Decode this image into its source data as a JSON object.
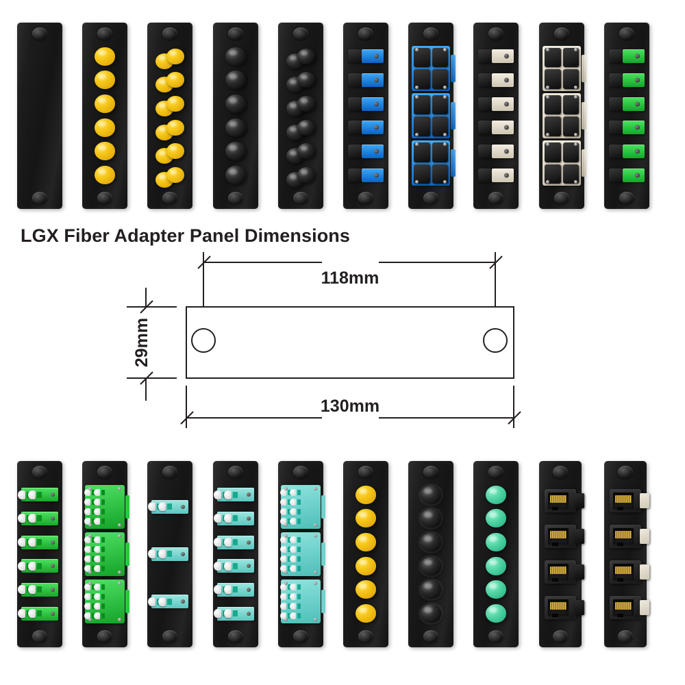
{
  "heading": {
    "text": "LGX Fiber Adapter Panel Dimensions"
  },
  "dimensions": {
    "hole_spacing": "118mm",
    "overall_width": "130mm",
    "height": "29mm",
    "units": "mm",
    "line_color": "#231f20",
    "panel_fill": "#ffffff"
  },
  "rows": [
    {
      "name": "top-row",
      "panels": [
        {
          "id": "panel-blank",
          "label": "Blank LGX panel",
          "type": "blank",
          "port_count": 0,
          "color": "#1a1a1a",
          "color_name": "black"
        },
        {
          "id": "panel-st-yellow-6",
          "label": "6 port ST simplex yellow caps",
          "type": "cap",
          "port_count": 6,
          "color": "#f5c518",
          "color_name": "yellow"
        },
        {
          "id": "panel-st-yellow-12",
          "label": "12 port ST yellow caps staggered",
          "type": "cap12",
          "port_count": 12,
          "color": "#f5c518",
          "color_name": "yellow"
        },
        {
          "id": "panel-st-black-6",
          "label": "6 port ST simplex black caps",
          "type": "cap",
          "port_count": 6,
          "color": "#1f1f1f",
          "color_name": "black"
        },
        {
          "id": "panel-st-black-12",
          "label": "12 port ST black caps staggered",
          "type": "cap12",
          "port_count": 12,
          "color": "#1f1f1f",
          "color_name": "black"
        },
        {
          "id": "panel-sc-blue-6",
          "label": "6 port SC simplex blue",
          "type": "simplex",
          "port_count": 6,
          "color": "#0a63c4",
          "color_name": "blue"
        },
        {
          "id": "panel-sc-blue-quad-3",
          "label": "3 quad SC adapters blue",
          "type": "quad",
          "port_count": 3,
          "color": "#0a63c4",
          "color_name": "blue"
        },
        {
          "id": "panel-sc-beige-6",
          "label": "6 port SC simplex beige",
          "type": "simplex",
          "port_count": 6,
          "color": "#e8e0d0",
          "color_name": "beige"
        },
        {
          "id": "panel-sc-beige-quad-3",
          "label": "3 quad SC adapters beige",
          "type": "quad",
          "port_count": 3,
          "color": "#e8e0d0",
          "color_name": "beige"
        },
        {
          "id": "panel-sc-green-6",
          "label": "6 port SC/APC simplex green",
          "type": "simplex",
          "port_count": 6,
          "color": "#2cc93f",
          "color_name": "green"
        }
      ]
    },
    {
      "name": "bottom-row",
      "panels": [
        {
          "id": "panel-lc-green-dx-6",
          "label": "6 port LC duplex green APC",
          "type": "lcduplex",
          "port_count": 6,
          "color": "#2cc93f",
          "color_name": "green"
        },
        {
          "id": "panel-lc-green-quad-3",
          "label": "3 high density LC quad green",
          "type": "lcquad",
          "port_count": 3,
          "color": "#2cc93f",
          "color_name": "green"
        },
        {
          "id": "panel-lc-aqua-dx-3",
          "label": "3 port LC duplex aqua",
          "type": "lcduplex",
          "port_count": 3,
          "color": "#7fd9d4",
          "color_name": "aqua"
        },
        {
          "id": "panel-lc-aqua-dx-6",
          "label": "6 port LC duplex aqua",
          "type": "lcduplex",
          "port_count": 6,
          "color": "#7fd9d4",
          "color_name": "aqua"
        },
        {
          "id": "panel-lc-aqua-quad-3",
          "label": "3 high density LC quad aqua",
          "type": "lcquad",
          "port_count": 3,
          "color": "#7fd9d4",
          "color_name": "aqua"
        },
        {
          "id": "panel-fc-yellow-6",
          "label": "6 port FC simplex yellow caps",
          "type": "cap",
          "port_count": 6,
          "color": "#f5c518",
          "color_name": "yellow"
        },
        {
          "id": "panel-fc-black-6",
          "label": "6 port FC simplex black caps",
          "type": "capring",
          "port_count": 6,
          "color": "#1f1f1f",
          "color_name": "black"
        },
        {
          "id": "panel-mu-mint-6",
          "label": "6 port simplex mint green caps",
          "type": "cap",
          "port_count": 6,
          "color": "#55d9a8",
          "color_name": "mint green"
        },
        {
          "id": "panel-rj45-4-black",
          "label": "4 port RJ45 keystone panel",
          "type": "rj45",
          "port_count": 4,
          "color": "#1a1a1a",
          "color_name": "black"
        },
        {
          "id": "panel-rj45-4-pale",
          "label": "4 port RJ45 keystone panel",
          "type": "rj45p",
          "port_count": 4,
          "color": "#1a1a1a",
          "color_name": "black"
        }
      ]
    }
  ]
}
